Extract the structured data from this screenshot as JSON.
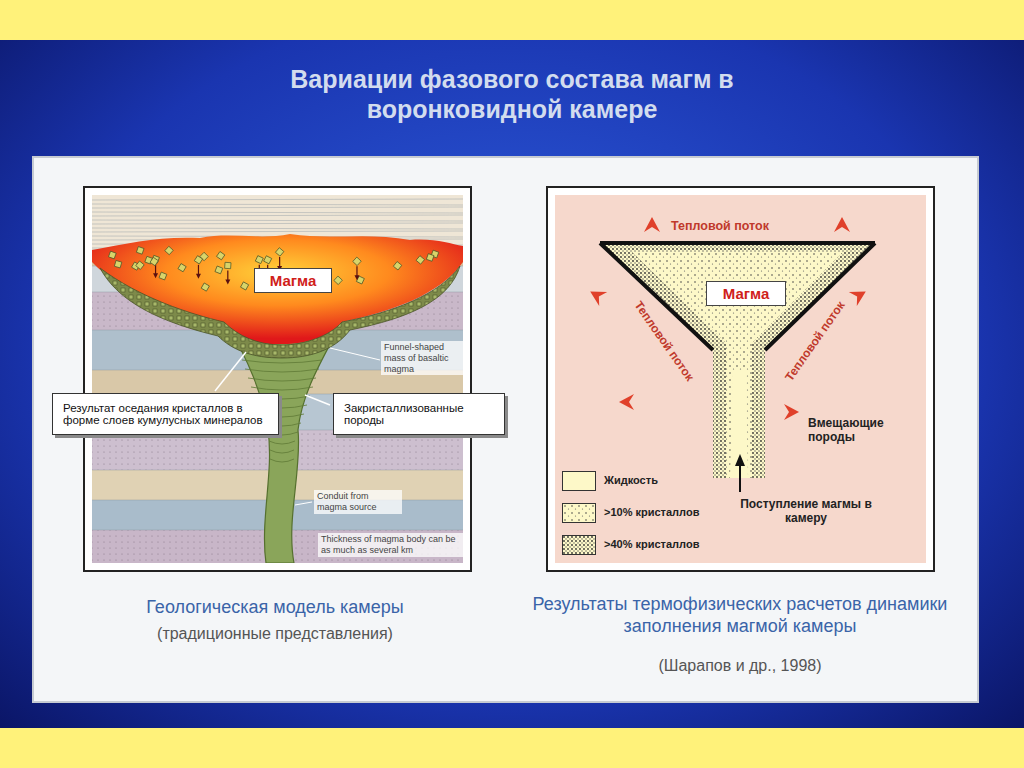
{
  "diagram": {
    "title": "Вариации фазового состава магм в воронковидной камере",
    "nodes": [
      {
        "text": [
          "Магма"
        ]
      },
      {
        "text": [
          "Результат оседания кристаллов в форме слоев кумулусных минералов"
        ]
      },
      {
        "text": [
          "Закристаллизованные породы"
        ]
      },
      {
        "text": [
          "Магма"
        ]
      }
    ],
    "labels": [
      "Funnel-shaped mass of basaltic magma",
      "Conduit from magma source",
      "Thickness of magma body can be as much as several km",
      "Тепловой поток",
      "Тепловой поток",
      "Тепловой поток",
      "Вмещающие породы",
      "Поступление магмы в камеру",
      "Геологическая модель камеры",
      "(традиционные представления)",
      "Результаты термофизических расчетов динамики заполнения магмой камеры",
      "(Шарапов и др., 1998)"
    ],
    "legend": [
      {
        "text": "Жидкость",
        "color": "#fdf8c8"
      },
      {
        "text": ">10% кристаллов"
      },
      {
        "text": ">40% кристаллов"
      }
    ]
  }
}
